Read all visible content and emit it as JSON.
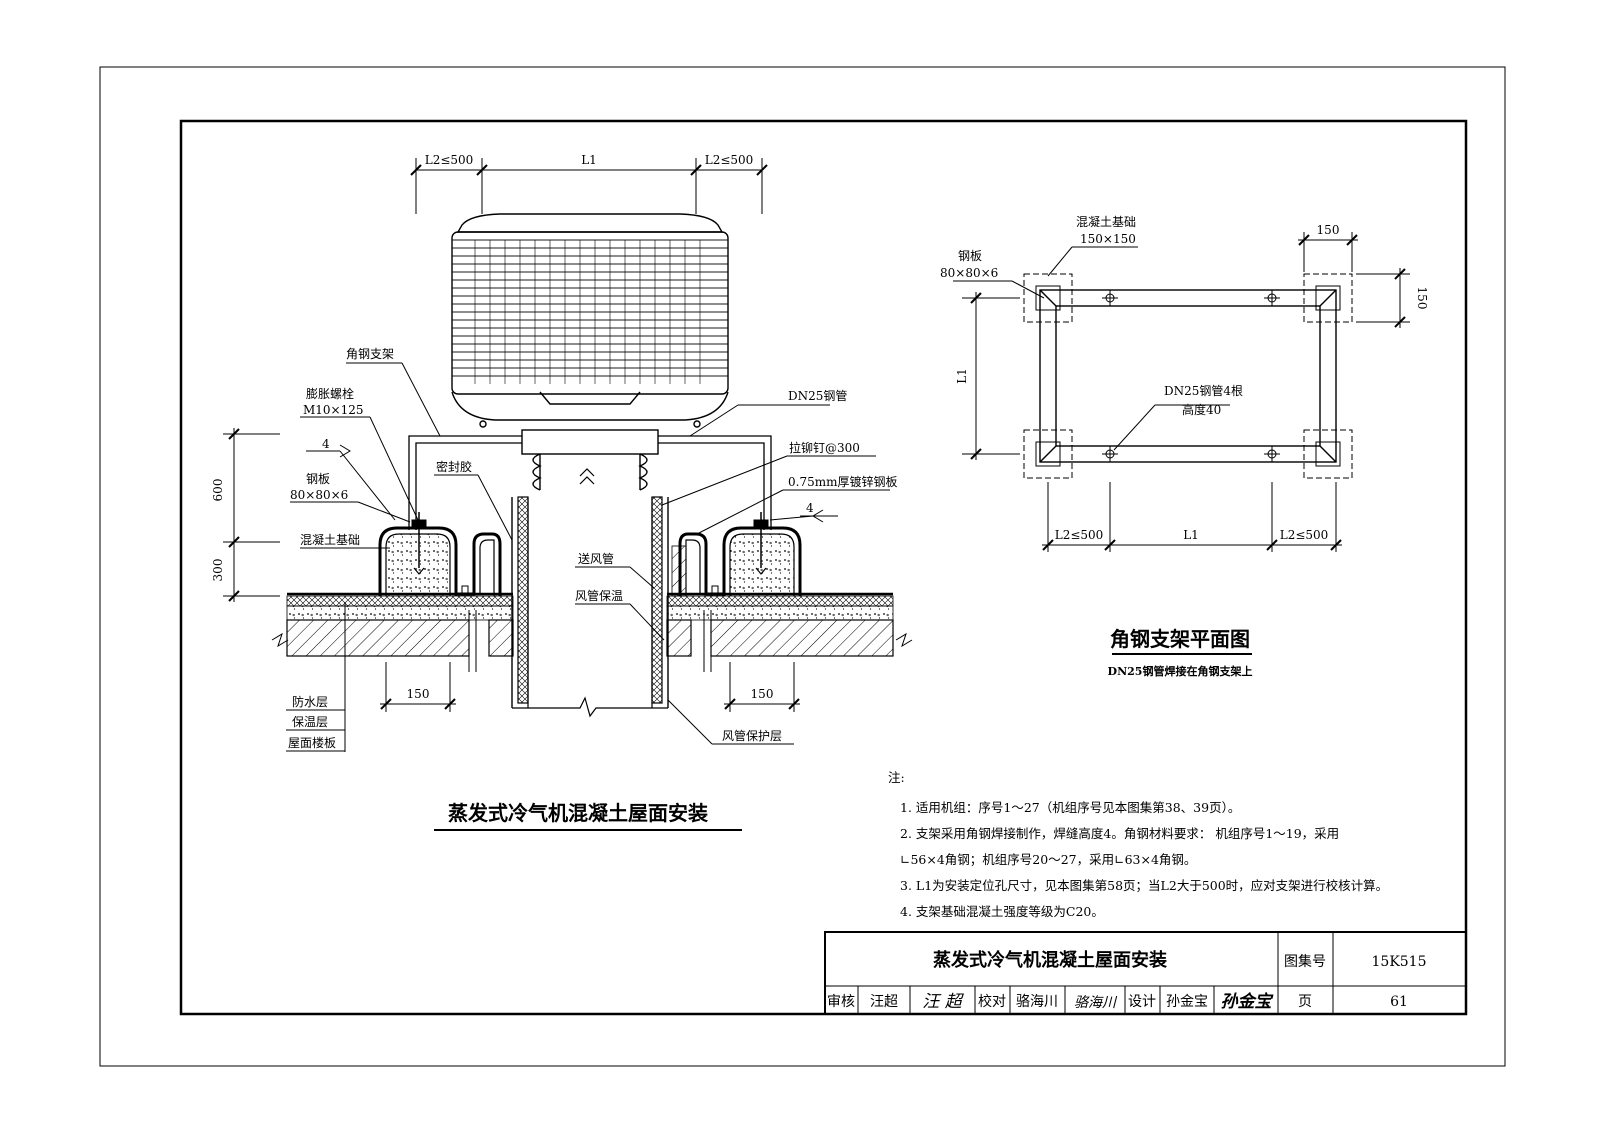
{
  "elevation": {
    "dims_top": [
      "L2≤500",
      "L1",
      "L2≤500"
    ],
    "dims_left": [
      "600",
      "300"
    ],
    "dims_bottom": [
      "150",
      "150"
    ],
    "labels": {
      "angle_bracket": "角钢支架",
      "expansion_bolt": "膨胀螺栓",
      "expansion_bolt_spec": "M10×125",
      "weld_size_left": "4",
      "weld_size_right": "4",
      "steel_plate": "钢板",
      "steel_plate_spec": "80×80×6",
      "concrete_base": "混凝土基础",
      "sealant": "密封胶",
      "dn25_pipe": "DN25钢管",
      "rivet": "拉铆钉@300",
      "galv_sheet": "0.75mm厚镀锌钢板",
      "supply_duct": "送风管",
      "duct_insulation": "风管保温",
      "duct_protection": "风管保护层",
      "layer_waterproof": "防水层",
      "layer_insulation": "保温层",
      "layer_slab": "屋面楼板"
    },
    "title": "蒸发式冷气机混凝土屋面安装"
  },
  "plan": {
    "labels": {
      "concrete_base": "混凝土基础",
      "concrete_base_spec": "150×150",
      "steel_plate": "钢板",
      "steel_plate_spec": "80×80×6",
      "pipes": "DN25钢管4根",
      "pipes_height": "高度40"
    },
    "dims_top": "150",
    "dims_right": "150",
    "dims_left": "L1",
    "dims_bottom": [
      "L2≤500",
      "L1",
      "L2≤500"
    ],
    "title": "角钢支架平面图",
    "subtitle": "DN25钢管焊接在角钢支架上"
  },
  "notes": {
    "heading": "注:",
    "items": [
      "1. 适用机组：序号1～27（机组序号见本图集第38、39页）。",
      "2. 支架采用角钢焊接制作，焊缝高度4。角钢材料要求：  机组序号1～19，采用",
      "    ∟56×4角钢；机组序号20～27，采用∟63×4角钢。",
      "3. L1为安装定位孔尺寸，见本图集第58页；当L2大于500时，应对支架进行校核计算。",
      "4. 支架基础混凝土强度等级为C20。"
    ]
  },
  "title_block": {
    "drawing_title": "蒸发式冷气机混凝土屋面安装",
    "atlas_no_label": "图集号",
    "atlas_no": "15K515",
    "review_label": "审核",
    "reviewer": "汪超",
    "reviewer_sig": "汪 超",
    "check_label": "校对",
    "checker": "骆海川",
    "checker_sig": "骆海川",
    "design_label": "设计",
    "designer": "孙金宝",
    "designer_sig": "孙金宝",
    "page_label": "页",
    "page": "61"
  }
}
